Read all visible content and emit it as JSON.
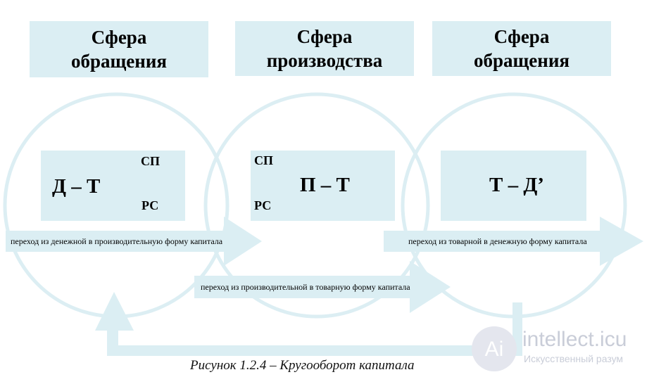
{
  "spheres": [
    {
      "line1": "Сфера",
      "line2": "обращения"
    },
    {
      "line1": "Сфера",
      "line2": "производства"
    },
    {
      "line1": "Сфера",
      "line2": "обращения"
    }
  ],
  "formulas": {
    "f1": {
      "main": "Д – Т",
      "top": "СП",
      "bottom": "РС"
    },
    "f2": {
      "main": "П – Т",
      "top": "СП",
      "bottom": "РС"
    },
    "f3": {
      "main": "Т – Д’"
    }
  },
  "arrows": {
    "a1": "переход из денежной в производительную форму капитала",
    "a2": "переход из производительной в товарную форму капитала",
    "a3": "переход из товарной в денежную форму капитала"
  },
  "caption": "Рисунок 1.2.4 – Кругооборот капитала",
  "watermark": {
    "name": "intellect.icu",
    "tagline": "Искусственный разум"
  },
  "colors": {
    "box_fill": "#dbeef3",
    "arrow_fill": "#dbeef3",
    "circle_stroke": "#dceef3"
  }
}
